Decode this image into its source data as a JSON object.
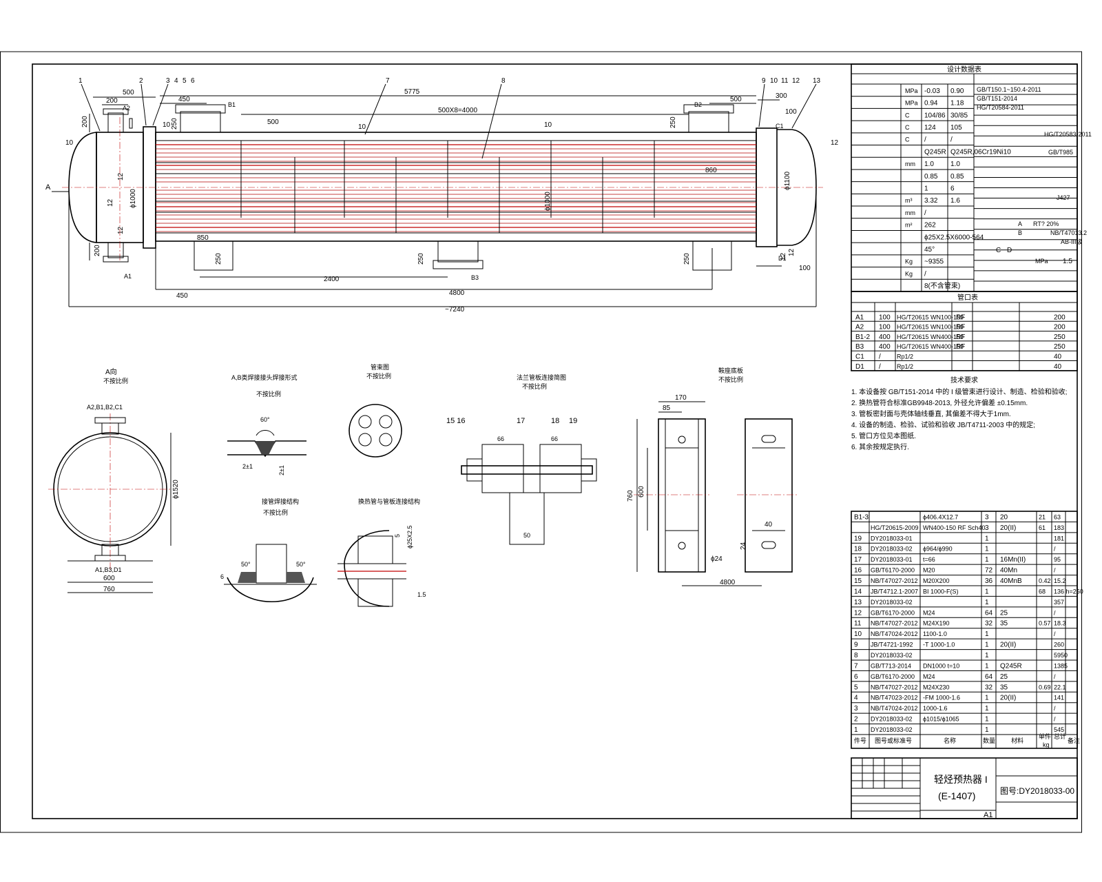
{
  "main_view": {
    "part_numbers": [
      "1",
      "2",
      "3",
      "4",
      "5",
      "6",
      "7",
      "8",
      "9",
      "10",
      "11",
      "12",
      "13"
    ],
    "dims_top": [
      "500",
      "200",
      "450",
      "5775",
      "500X8=4000",
      "500",
      "300",
      "100",
      "500",
      "10",
      "10",
      "10"
    ],
    "dims_side": [
      "200",
      "250",
      "250",
      "200",
      "12",
      "12",
      "12",
      "12",
      "10",
      "12"
    ],
    "dia_left": "ϕ1000",
    "dia_mid": "ϕ1000",
    "dia_right": "ϕ1100",
    "dim_860": "860",
    "dim_850": "850",
    "dims_bottom": [
      "450",
      "2400",
      "4800",
      "~7240",
      "250",
      "250",
      "250",
      "100",
      "12"
    ],
    "nozzles": [
      "A2",
      "B1",
      "B2",
      "C1",
      "A1",
      "B3",
      "D1"
    ],
    "section_mark": "A"
  },
  "design_table": {
    "title": "设计数据表",
    "rows": [
      [
        "",
        "MPa",
        "-0.03",
        "0.90"
      ],
      [
        "",
        "MPa",
        "0.94",
        "1.18"
      ],
      [
        "",
        "C",
        "104/86",
        "30/85"
      ],
      [
        "",
        "C",
        "124",
        "105"
      ],
      [
        "",
        "C",
        "/",
        "/"
      ],
      [
        "",
        "",
        "Q245R",
        "Q245R,06Cr19Ni10"
      ],
      [
        "",
        "mm",
        "1.0",
        "1.0"
      ],
      [
        "",
        "",
        "0.85",
        "0.85"
      ],
      [
        "",
        "",
        "1",
        "6"
      ],
      [
        "",
        "m³",
        "3.32",
        "1.6"
      ],
      [
        "",
        "mm",
        "/",
        ""
      ],
      [
        "",
        "m²",
        "262",
        ""
      ],
      [
        "",
        "",
        "ϕ25X2.5X6000-564",
        ""
      ],
      [
        "",
        "",
        "45°",
        ""
      ],
      [
        "",
        "Kg",
        "~9355",
        ""
      ],
      [
        "",
        "Kg",
        "/",
        ""
      ],
      [
        "",
        "",
        "8(不含管束)",
        ""
      ]
    ],
    "right_refs": [
      "GB/T150.1~150.4-2011",
      "GB/T151-2014",
      "HG/T20584-2011",
      "HG/T20583-2011",
      "GB/T985",
      "J427",
      "A",
      "B",
      "RT? 20%",
      "NB/T47013.2",
      "AB-III级",
      "C",
      "D",
      "MPa",
      "1.5"
    ]
  },
  "nozzle_table": {
    "title": "管口表",
    "rows": [
      [
        "A1",
        "100",
        "HG/T20615 WN100-150",
        "RF",
        "200"
      ],
      [
        "A2",
        "100",
        "HG/T20615 WN100-150",
        "RF",
        "200"
      ],
      [
        "B1-2",
        "400",
        "HG/T20615 WN400-150",
        "RF",
        "250"
      ],
      [
        "B3",
        "400",
        "HG/T20615 WN400-150",
        "RF",
        "250"
      ],
      [
        "C1",
        "/",
        "Rp1/2",
        "",
        "40"
      ],
      [
        "D1",
        "/",
        "Rp1/2",
        "",
        "40"
      ]
    ]
  },
  "tech_notes": {
    "title": "技术要求",
    "lines": [
      "1. 本设备按 GB/T151-2014 中的 I 级管束进行设计、制造、检验和验收;",
      "2. 换热管符合标准GB9948-2013, 外径允许偏差 ±0.15mm.",
      "3. 管板密封面与壳体轴线垂直, 其偏差不得大于1mm.",
      "4. 设备的制造、检验、试验和验收 JB/T4711-2003 中的规定;",
      "5. 管口方位见本图纸.",
      "6. 其余按规定执行."
    ]
  },
  "detail_views": {
    "view_a": {
      "title": "A向",
      "sub": "不按比例",
      "labels": [
        "A2,B1,B2,C1",
        "A1,B3,D1",
        "600",
        "760",
        "ϕ1520"
      ]
    },
    "weld_ab": {
      "title": "A,B类焊接接头焊接形式",
      "sub": "不按比例",
      "labels": [
        "60°",
        "2±1",
        "2±1"
      ]
    },
    "tube_bundle": {
      "title": "管束图",
      "sub": "不按比例"
    },
    "flange_bolt": {
      "title": "法兰管板连接简图",
      "sub": "不按比例",
      "labels": [
        "15 16",
        "17",
        "18",
        "19",
        "66",
        "66",
        "50"
      ]
    },
    "saddle": {
      "title": "鞍座底板",
      "sub": "不按比例",
      "labels": [
        "170",
        "85",
        "760",
        "600",
        "ϕ24",
        "40",
        "24",
        "4800"
      ]
    },
    "tube_weld": {
      "title": "接管焊接结构",
      "sub": "不按比例",
      "labels": [
        "50°",
        "50°",
        "6"
      ]
    },
    "tube_sheet": {
      "title": "换热管与管板连接结构",
      "sub": "不按比例",
      "labels": [
        "5",
        "ϕ25X2.5",
        "1.5"
      ]
    }
  },
  "bom": {
    "rows": [
      [
        "B1-3",
        "",
        "ϕ406.4X12.7",
        "3",
        "20",
        "21",
        "63"
      ],
      [
        "",
        "HG/T20615-2009",
        "WN400-150 RF Sch40",
        "3",
        "20(II)",
        "61",
        "183"
      ],
      [
        "19",
        "DY2018033-01",
        "",
        "1",
        "",
        "",
        "181"
      ],
      [
        "18",
        "DY2018033-02",
        "ϕ964/ϕ990",
        "1",
        "",
        "",
        "/"
      ],
      [
        "17",
        "DY2018033-01",
        "t=66",
        "1",
        "16Mn(II)",
        "",
        "95"
      ],
      [
        "16",
        "GB/T6170-2000",
        "M20",
        "72",
        "40Mn",
        "",
        "/"
      ],
      [
        "15",
        "NB/T47027-2012",
        "M20X200",
        "36",
        "40MnB",
        "0.42",
        "15.2"
      ],
      [
        "14",
        "JB/T4712.1-2007",
        "BI 1000-F(S)",
        "1",
        "",
        "68",
        "136 h=250"
      ],
      [
        "13",
        "DY2018033-02",
        "",
        "1",
        "",
        "",
        "357"
      ],
      [
        "12",
        "GB/T6170-2000",
        "M24",
        "64",
        "25",
        "",
        "/"
      ],
      [
        "11",
        "NB/T47027-2012",
        "M24X190",
        "32",
        "35",
        "0.57",
        "18.3"
      ],
      [
        "10",
        "NB/T47024-2012",
        "1100-1.0",
        "1",
        "",
        "",
        "/"
      ],
      [
        "9",
        "JB/T4721-1992",
        "-T 1000-1.0",
        "1",
        "20(II)",
        "",
        "260"
      ],
      [
        "8",
        "DY2018033-02",
        "",
        "1",
        "",
        "",
        "5950"
      ],
      [
        "7",
        "GB/T713-2014",
        "DN1000 t=10",
        "1",
        "Q245R",
        "",
        "1385"
      ],
      [
        "6",
        "GB/T6170-2000",
        "M24",
        "64",
        "25",
        "",
        "/"
      ],
      [
        "5",
        "NB/T47027-2012",
        "M24X230",
        "32",
        "35",
        "0.69",
        "22.1"
      ],
      [
        "4",
        "NB/T47023-2012",
        "-FM 1000-1.6",
        "1",
        "20(II)",
        "",
        "141"
      ],
      [
        "3",
        "NB/T47024-2012",
        "1000-1.6",
        "1",
        "",
        "",
        "/"
      ],
      [
        "2",
        "DY2018033-02",
        "ϕ1015/ϕ1065",
        "1",
        "",
        "",
        "/"
      ],
      [
        "1",
        "DY2018033-02",
        "",
        "1",
        "",
        "",
        "545"
      ]
    ],
    "header": [
      "件号",
      "图号或标准号",
      "名称",
      "数量",
      "材料",
      "单件",
      "总计",
      "kg",
      "备注"
    ]
  },
  "title_block": {
    "name": "轻烃预热器 I",
    "tag": "(E-1407)",
    "drawing_no": "图号:DY2018033-00",
    "size": "A1"
  },
  "colors": {
    "line": "#000000",
    "tube": "#c00000"
  }
}
